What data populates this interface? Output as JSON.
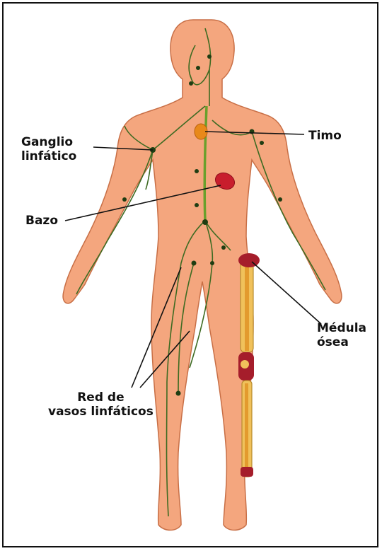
{
  "colors": {
    "skin": "#f4a67e",
    "skin_outline": "#c86f46",
    "lymph": "#3e6b22",
    "node": "#1f3d12",
    "thymus": "#e8891a",
    "spleen": "#c81e2d",
    "bone": "#f0c15b",
    "marrow": "#a51d2b"
  },
  "labels": {
    "ganglio": "Ganglio\nlinfático",
    "timo": "Timo",
    "bazo": "Bazo",
    "medula": "Médula\nósea",
    "red": "Red de\nvasos linfáticos"
  }
}
